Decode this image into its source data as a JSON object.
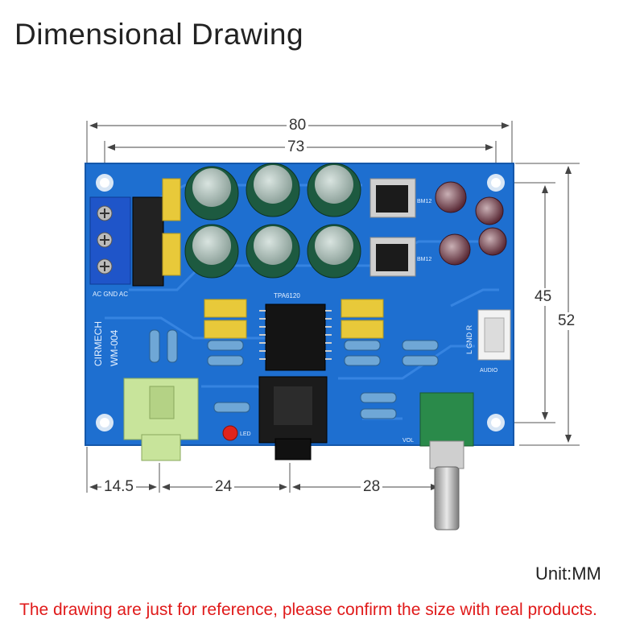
{
  "title": "Dimensional Drawing",
  "dimensions": {
    "total_width": "80",
    "hole_spacing_width": "73",
    "hole_spacing_height": "45",
    "total_height": "52",
    "jack_offset": "14.5",
    "jack_spacing": "24",
    "pot_spacing": "28"
  },
  "board_labels": {
    "brand": "CIRMECH",
    "model": "WM-004",
    "chip": "TPA6120",
    "input": "AC GND AC",
    "audio": "AUDIO",
    "lgr": "L GND R",
    "led": "LED",
    "vol": "VOL",
    "reg1": "BM12",
    "reg2": "BM12"
  },
  "unit": "Unit:MM",
  "note": "The drawing are just for reference, please confirm the size with real products."
}
